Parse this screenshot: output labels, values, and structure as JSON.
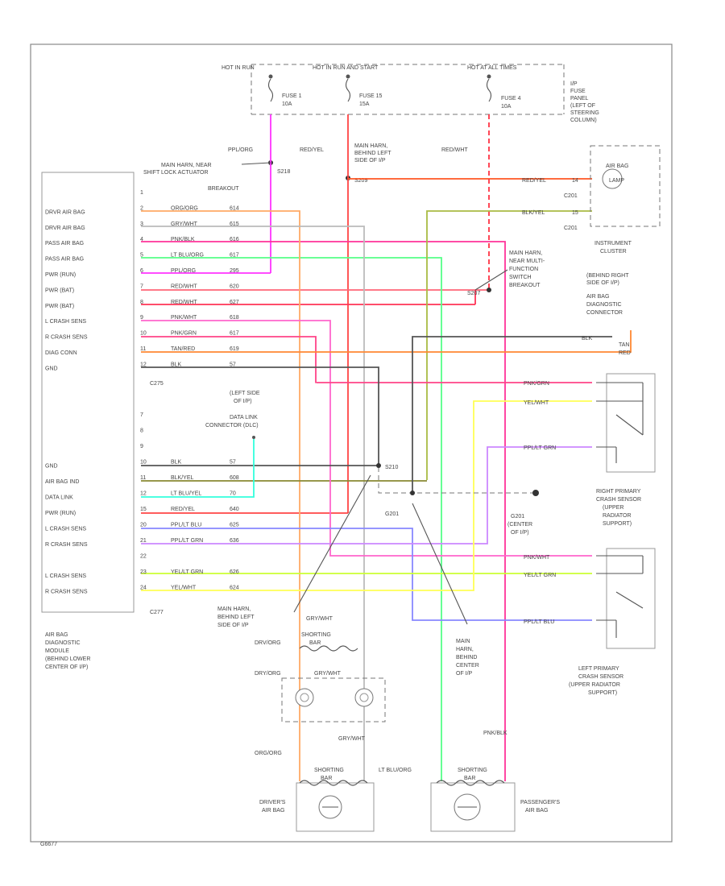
{
  "header": {
    "hot_in_run": "HOT IN RUN",
    "hot_in_run_start": "HOT IN RUN AND START",
    "hot_at_all_times": "HOT AT ALL TIMES",
    "fuse_panel_1": "I/P",
    "fuse_panel_2": "FUSE",
    "fuse_panel_3": "PANEL",
    "fuse_panel_4": "(LEFT OF",
    "fuse_panel_5": "STEERING",
    "fuse_panel_6": "COLUMN)"
  },
  "fuses": [
    {
      "name": "FUSE 1",
      "rating": "10A"
    },
    {
      "name": "FUSE 15",
      "rating": "15A"
    },
    {
      "name": "FUSE 4",
      "rating": "10A"
    }
  ],
  "top_wires": {
    "ppl_org": "PPL/ORG",
    "red_yel": "RED/YEL",
    "red_wht": "RED/WHT"
  },
  "splices": {
    "s218_1": "MAIN HARN, NEAR",
    "s218_2": "SHIFT LOCK ACTUATOR",
    "s218_3": "BREAKOUT",
    "s218_id": "S218",
    "s209_1": "MAIN HARN,",
    "s209_2": "BEHIND LEFT",
    "s209_3": "SIDE OF I/P",
    "s209_id": "S209",
    "s207_1": "MAIN HARN,",
    "s207_2": "NEAR MULTI-",
    "s207_3": "FUNCTION",
    "s207_4": "SWITCH",
    "s207_5": "BREAKOUT",
    "s207_id": "S207",
    "s210_id": "S210",
    "g201_id": "G201",
    "s201_1": "MAIN HARN,",
    "s201_2": "BEHIND LEFT",
    "s201_3": "SIDE OF I/P",
    "s202_1": "MAIN",
    "s202_2": "HARN,",
    "s202_3": "BEHIND",
    "s202_4": "CENTER",
    "s202_5": "OF I/P",
    "g201_1": "G201",
    "g201_2": "(CENTER",
    "g201_3": "OF I/P)"
  },
  "airbag_lamp": {
    "label_1": "AIR BAG",
    "label_2": "LAMP",
    "c1": "C201",
    "c2": "C201"
  },
  "instrument_cluster": {
    "line1": "INSTRUMENT",
    "line2": "CLUSTER"
  },
  "diag_connector": {
    "l1": "(BEHIND RIGHT",
    "l2": "SIDE OF I/P)",
    "l3": "AIR BAG",
    "l4": "DIAGNOSTIC",
    "l5": "CONNECTOR",
    "blk": "BLK",
    "tan": "TAN",
    "red": "RED"
  },
  "dlc": {
    "l1": "(LEFT SIDE",
    "l2": "OF I/P)",
    "l3": "DATA LINK",
    "l4": "CONNECTOR (DLC)"
  },
  "module": {
    "l1": "AIR BAG",
    "l2": "DIAGNOSTIC",
    "l3": "MODULE",
    "l4": "(BEHIND LOWER",
    "l5": "CENTER OF I/P)",
    "c275": "C275",
    "c277": "C277"
  },
  "pins_top": [
    {
      "pin": "1",
      "label": "",
      "wire": "",
      "circuit": ""
    },
    {
      "pin": "2",
      "label": "DRVR AIR BAG",
      "wire": "ORG/ORG",
      "circuit": "614"
    },
    {
      "pin": "3",
      "label": "DRVR AIR BAG",
      "wire": "GRY/WHT",
      "circuit": "615"
    },
    {
      "pin": "4",
      "label": "PASS AIR BAG",
      "wire": "PNK/BLK",
      "circuit": "616"
    },
    {
      "pin": "5",
      "label": "PASS AIR BAG",
      "wire": "LT BLU/ORG",
      "circuit": "617"
    },
    {
      "pin": "6",
      "label": "PWR (RUN)",
      "wire": "PPL/ORG",
      "circuit": "295"
    },
    {
      "pin": "7",
      "label": "PWR (BAT)",
      "wire": "RED/WHT",
      "circuit": "620"
    },
    {
      "pin": "8",
      "label": "PWR (BAT)",
      "wire": "RED/WHT",
      "circuit": "627"
    },
    {
      "pin": "9",
      "label": "L CRASH SENS",
      "wire": "PNK/WHT",
      "circuit": "618"
    },
    {
      "pin": "10",
      "label": "R CRASH SENS",
      "wire": "PNK/GRN",
      "circuit": "617"
    },
    {
      "pin": "11",
      "label": "DIAG CONN",
      "wire": "TAN/RED",
      "circuit": "619"
    },
    {
      "pin": "12",
      "label": "GND",
      "wire": "BLK",
      "circuit": "57"
    }
  ],
  "pins_bottom": [
    {
      "pin": "7",
      "label": "",
      "wire": "",
      "circuit": ""
    },
    {
      "pin": "8",
      "label": "",
      "wire": "",
      "circuit": ""
    },
    {
      "pin": "9",
      "label": "",
      "wire": "",
      "circuit": ""
    },
    {
      "pin": "10",
      "label": "GND",
      "wire": "BLK",
      "circuit": "57"
    },
    {
      "pin": "11",
      "label": "AIR BAG IND",
      "wire": "BLK/YEL",
      "circuit": "608"
    },
    {
      "pin": "12",
      "label": "DATA LINK",
      "wire": "LT BLU/YEL",
      "circuit": "70"
    },
    {
      "pin": "15",
      "label": "PWR (RUN)",
      "wire": "RED/YEL",
      "circuit": "640"
    },
    {
      "pin": "20",
      "label": "L CRASH SENS",
      "wire": "PPL/LT BLU",
      "circuit": "625"
    },
    {
      "pin": "21",
      "label": "R CRASH SENS",
      "wire": "PPL/LT GRN",
      "circuit": "636"
    },
    {
      "pin": "22",
      "label": "",
      "wire": "",
      "circuit": ""
    },
    {
      "pin": "23",
      "label": "L CRASH SENS",
      "wire": "YEL/LT GRN",
      "circuit": "626"
    },
    {
      "pin": "24",
      "label": "R CRASH SENS",
      "wire": "YEL/WHT",
      "circuit": "624"
    }
  ],
  "lamp_wires": {
    "w1": "RED/YEL",
    "w1n": "14",
    "w2": "BLK/YEL",
    "w2n": "15"
  },
  "sensors": {
    "right_1": "RIGHT PRIMARY",
    "right_2": "CRASH SENSOR",
    "right_3": "(UPPER",
    "right_4": "RADIATOR",
    "right_5": "SUPPORT)",
    "left_1": "LEFT PRIMARY",
    "left_2": "CRASH SENSOR",
    "left_3": "(UPPER RADIATOR",
    "left_4": "SUPPORT)",
    "r_w1": "PNK/GRN",
    "r_w2": "YEL/WHT",
    "r_w3": "PPL/LT GRN",
    "l_w1": "PNK/WHT",
    "l_w2": "YEL/LT GRN",
    "l_w3": "PPL/LT BLU"
  },
  "clockspring": {
    "drvr_w1": "DRV/ORG",
    "drvr_w2": "DRY/ORG",
    "gry_wht": "GRY/WHT",
    "gry_wht2": "GRY/WHT",
    "gry_wht3": "GRY/WHT",
    "org_org": "ORG/ORG",
    "shorting_bar": "SHORTING",
    "bar": "BAR",
    "lt_blu_org": "LT BLU/ORG",
    "pnk_blk": "PNK/BLK"
  },
  "airbags": {
    "drvr_1": "DRIVER'S",
    "drvr_2": "AIR BAG",
    "pass_1": "PASSENGER'S",
    "pass_2": "AIR BAG"
  },
  "footer_id": "G6677"
}
